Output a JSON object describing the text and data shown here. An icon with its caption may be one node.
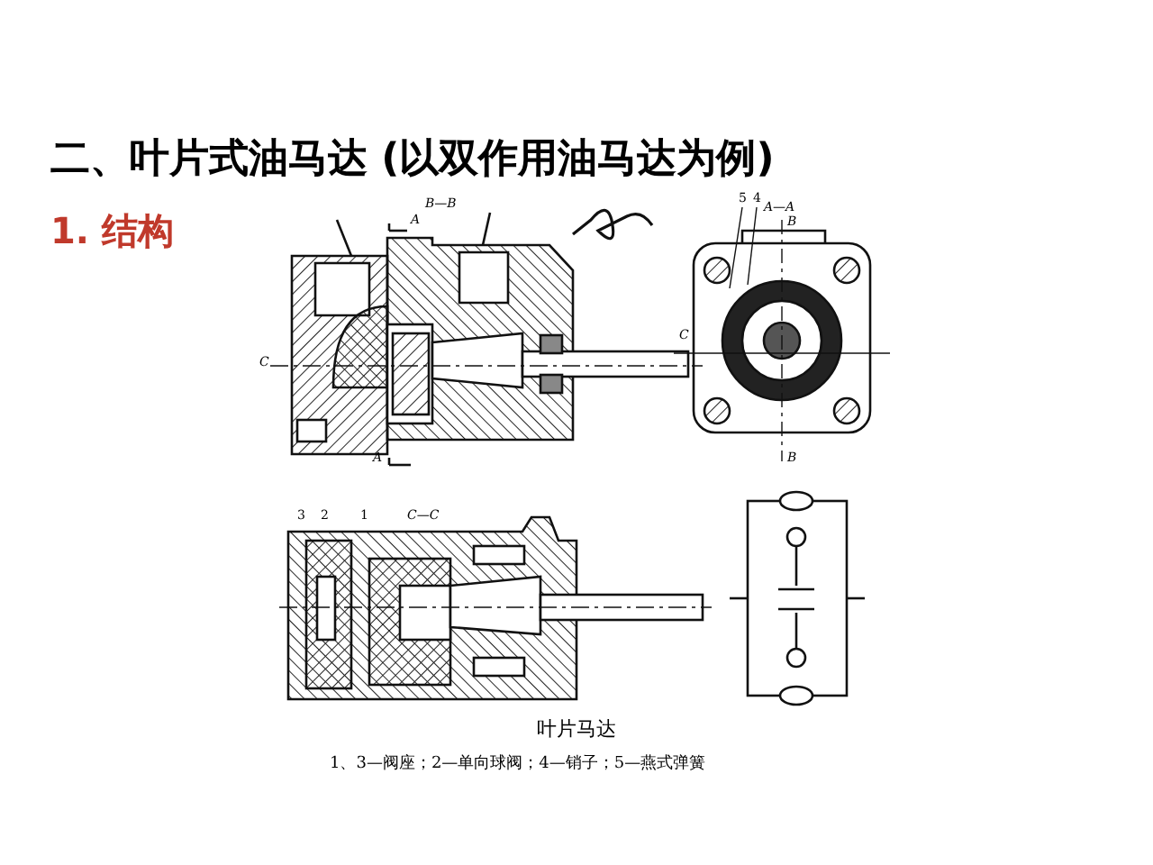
{
  "diagram": {
    "title": "二、叶片式油马达 (以双作用油马达为例)",
    "caption": "叶片马达",
    "labels": [
      "1. 结构",
      "B—B",
      "A",
      "C",
      "A",
      "C",
      "5",
      "4",
      "A—A",
      "B",
      "B",
      "3",
      "2",
      "1",
      "C—C",
      "1、3—阀座；2—单向球阀；4—销子；5—燕式弹簧"
    ]
  }
}
